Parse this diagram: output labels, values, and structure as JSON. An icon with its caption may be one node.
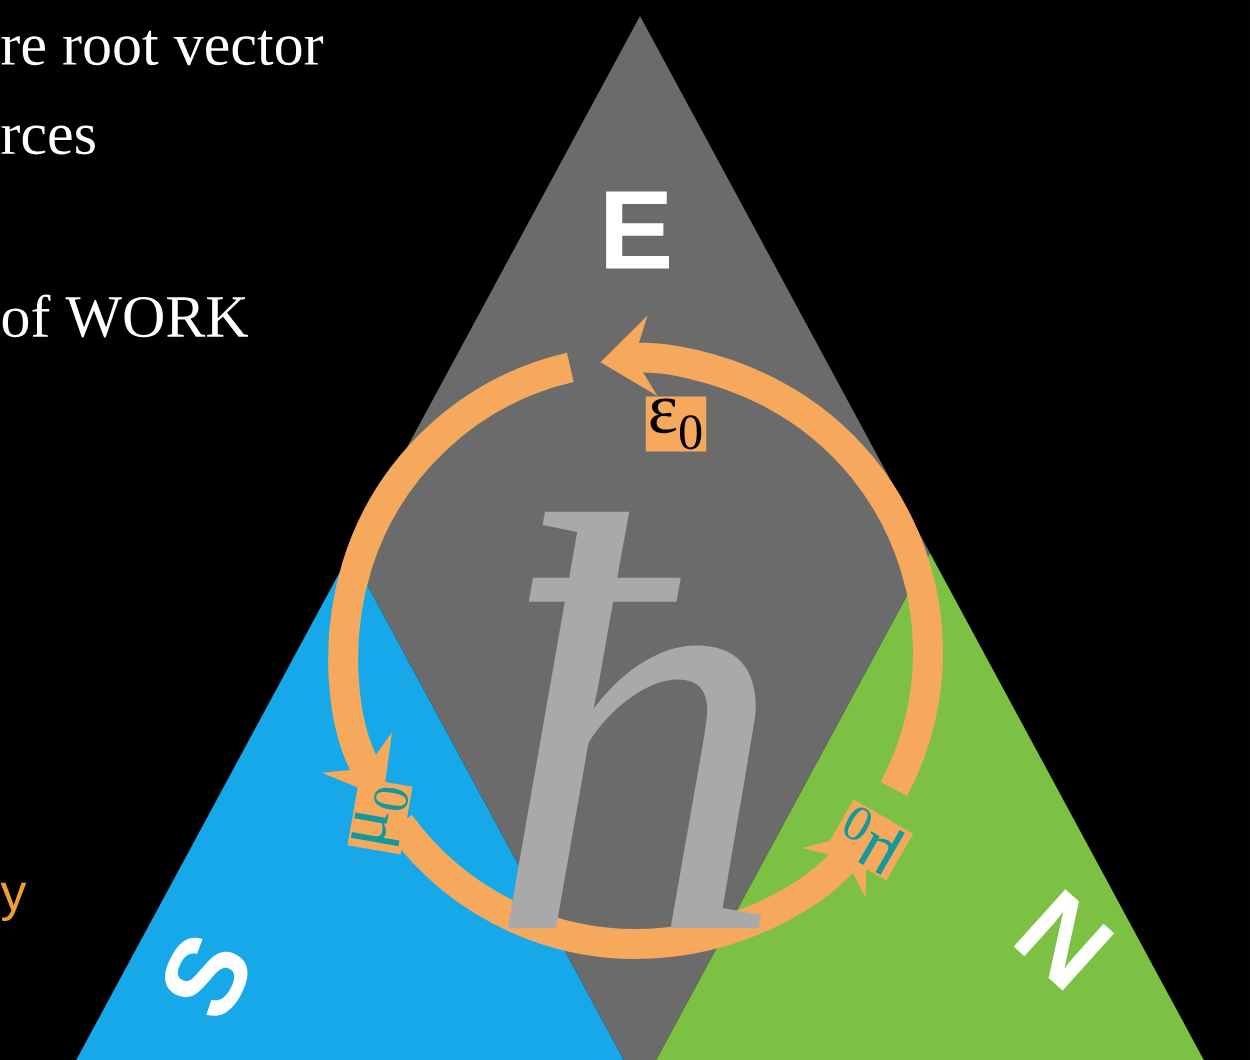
{
  "diagram": {
    "nodes": [
      {
        "text": [
          "E"
        ]
      },
      {
        "text": [
          "S"
        ]
      },
      {
        "text": [
          "N"
        ]
      }
    ],
    "edges": [
      {
        "from": 2,
        "to": 0,
        "arrow": "to",
        "label": "ε$_{0}$"
      },
      {
        "from": 0,
        "to": 1,
        "arrow": "to",
        "label": "μ$_{0}$"
      },
      {
        "from": 1,
        "to": 2,
        "arrow": "to",
        "label": "μ$_{0}$"
      }
    ],
    "labels": [
      "re root vector",
      "rces",
      "of WORK",
      "ħ",
      "y"
    ]
  }
}
